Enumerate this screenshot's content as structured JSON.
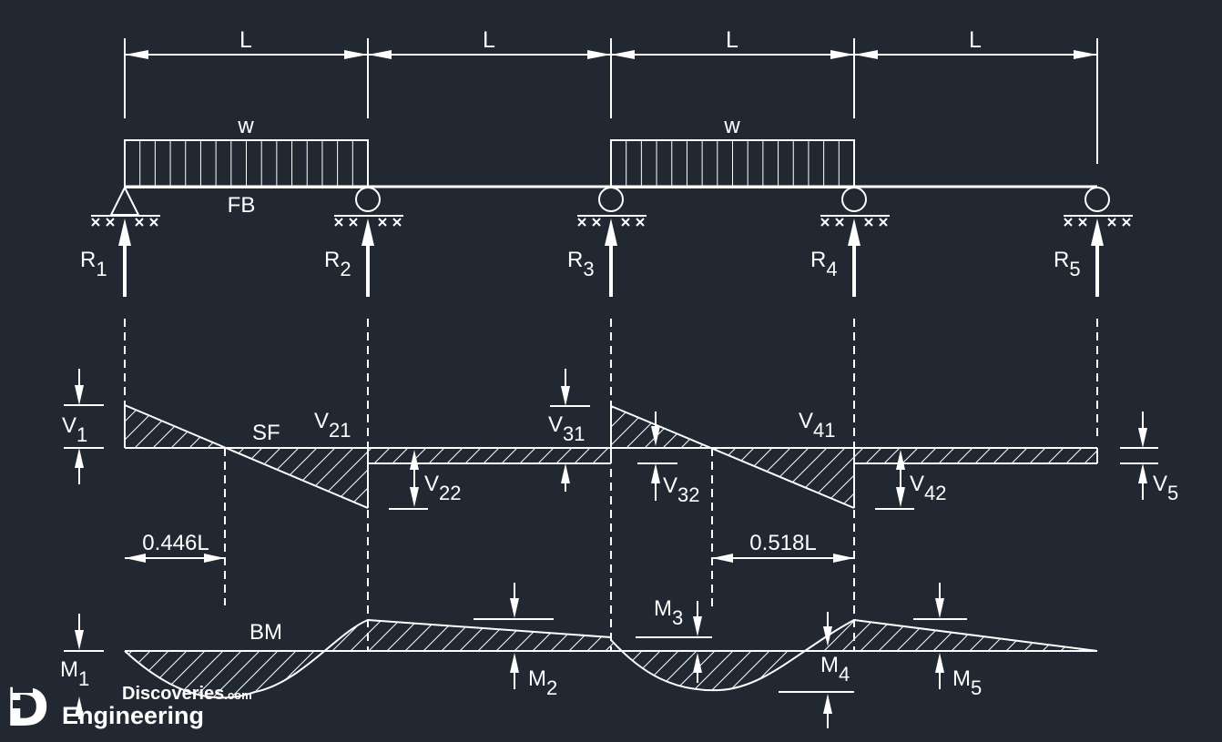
{
  "labels": {
    "span": "L",
    "load": "w",
    "free_body": "FB",
    "shear_force": "SF",
    "bending_moment": "BM"
  },
  "reactions": [
    {
      "base": "R",
      "sub": "1"
    },
    {
      "base": "R",
      "sub": "2"
    },
    {
      "base": "R",
      "sub": "3"
    },
    {
      "base": "R",
      "sub": "4"
    },
    {
      "base": "R",
      "sub": "5"
    }
  ],
  "shears": {
    "v1": {
      "base": "V",
      "sub": "1"
    },
    "v21": {
      "base": "V",
      "sub": "21"
    },
    "v22": {
      "base": "V",
      "sub": "22"
    },
    "v31": {
      "base": "V",
      "sub": "31"
    },
    "v32": {
      "base": "V",
      "sub": "32"
    },
    "v41": {
      "base": "V",
      "sub": "41"
    },
    "v42": {
      "base": "V",
      "sub": "42"
    },
    "v5": {
      "base": "V",
      "sub": "5"
    }
  },
  "moments": {
    "m1": {
      "base": "M",
      "sub": "1"
    },
    "m2": {
      "base": "M",
      "sub": "2"
    },
    "m3": {
      "base": "M",
      "sub": "3"
    },
    "m4": {
      "base": "M",
      "sub": "4"
    },
    "m5": {
      "base": "M",
      "sub": "5"
    }
  },
  "dimensions": {
    "zero_shear_span1": "0.446L",
    "zero_shear_span3": "0.518L"
  },
  "watermark": {
    "line1": "Discoveries",
    "line1_suffix": ".com",
    "line2": "Engineering",
    "colors": {
      "accent": "#f7d613",
      "dark": "#222831"
    }
  }
}
